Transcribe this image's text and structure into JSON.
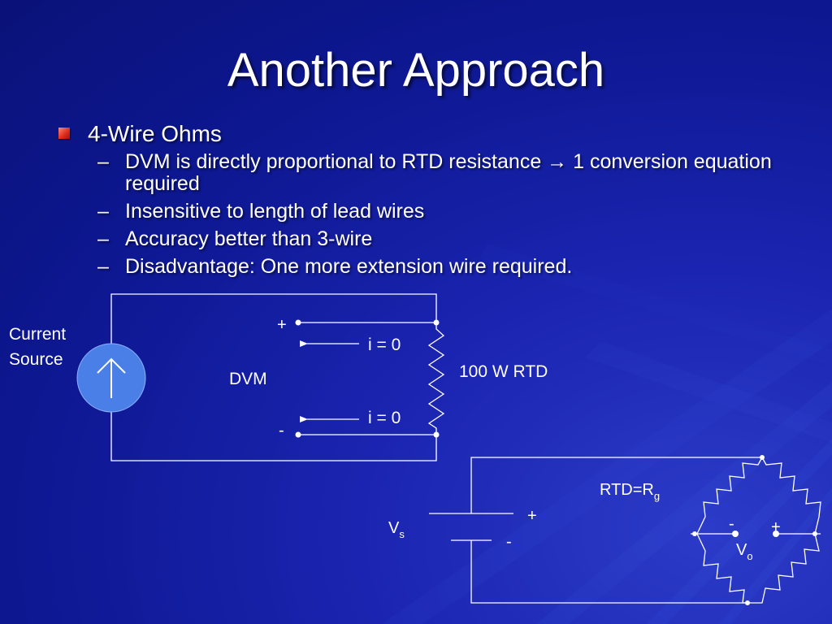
{
  "slide": {
    "title": "Another Approach",
    "bullet": "4-Wire Ohms",
    "sub_bullets": [
      {
        "dash": "–",
        "text": "DVM is directly proportional to RTD resistance → 1 conversion equation required"
      },
      {
        "dash": "–",
        "text": "Insensitive to length of lead wires"
      },
      {
        "dash": "–",
        "text": "Accuracy better than 3-wire"
      },
      {
        "dash": "–",
        "text": "Disadvantage: One more extension wire required."
      }
    ]
  },
  "circuit1": {
    "source_label_1": "Current",
    "source_label_2": "Source",
    "dvm_label": "DVM",
    "plus": "+",
    "minus": "-",
    "current_top": "i = 0",
    "current_bottom": "i = 0",
    "rtd_label": "100 W RTD"
  },
  "circuit2": {
    "rtd_main": "RTD=R",
    "rtd_sub": "g",
    "vs_main": "V",
    "vs_sub": "s",
    "vs_plus": "+",
    "vs_minus": "-",
    "vo_main": "V",
    "vo_sub": "o",
    "vo_minus": "-",
    "vo_plus": "+"
  },
  "colors": {
    "background": "#0d1790",
    "source_fill": "#4a7fe8",
    "bullet_accent": "#e0301e"
  },
  "icons": {
    "bullet": "red-square-bullet-icon",
    "source": "current-source-arrow-icon"
  }
}
